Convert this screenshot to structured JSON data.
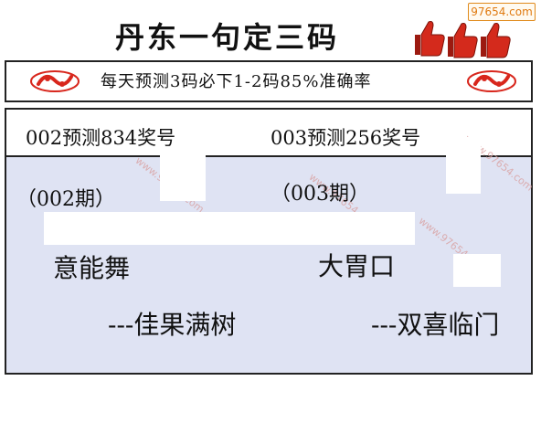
{
  "watermark_site": "97654.com",
  "title": "丹东一句定三码",
  "slogan": "每天预测3码必下1-2码85%准确率",
  "draws": {
    "left": "002预测834奖号",
    "right": "003预测256奖号"
  },
  "periods": {
    "left": "（002期）",
    "right": "（003期）"
  },
  "hints": {
    "left": "意能舞",
    "right": "大胃口"
  },
  "answers": {
    "left": "---佳果满树",
    "right": "---双喜临门"
  },
  "colors": {
    "panel_bg": "#dfe3f3",
    "thumb_red": "#d42a1c",
    "logo_red": "#d8261c",
    "badge_orange": "#e07a10"
  },
  "icons": {
    "thumbs": "thumbs-up-icon",
    "logo": "lottery-logo-icon"
  }
}
